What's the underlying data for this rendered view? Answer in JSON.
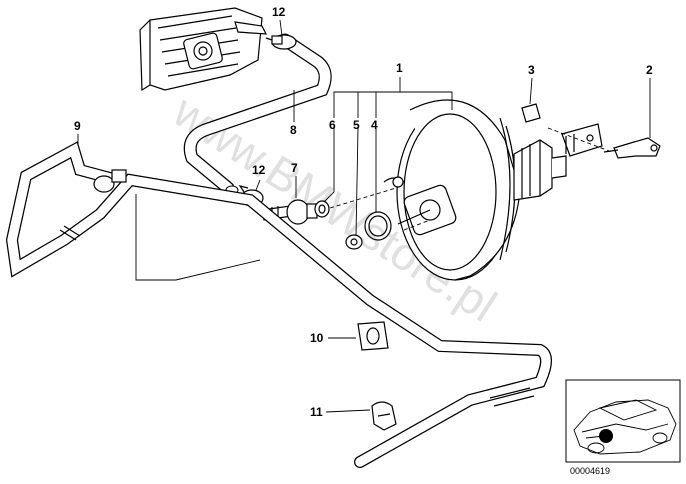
{
  "callouts": {
    "c1": "1",
    "c2": "2",
    "c3": "3",
    "c4": "4",
    "c5": "5",
    "c6": "6",
    "c7": "7",
    "c8": "8",
    "c9": "9",
    "c10": "10",
    "c11": "11",
    "c12a": "12",
    "c12b": "12"
  },
  "watermark": "www.BMWstore.pl",
  "inset": {
    "code": "00004619"
  }
}
